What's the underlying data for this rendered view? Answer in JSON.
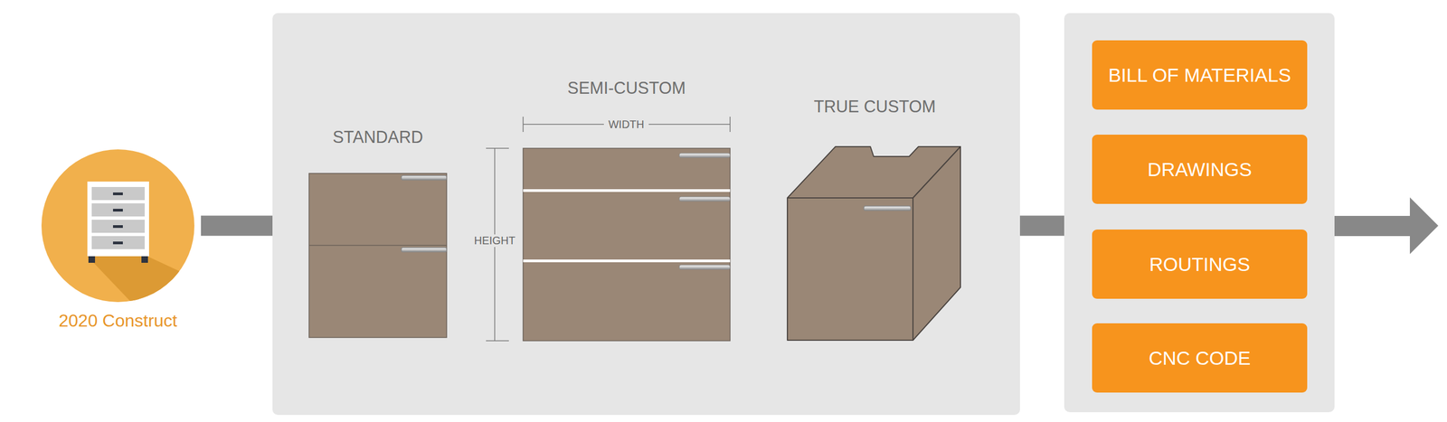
{
  "diagram": {
    "nodes": [
      {
        "text": [
          "2020 Construct"
        ]
      },
      {
        "text": []
      },
      {
        "text": [
          "STANDARD"
        ],
        "in": 1
      },
      {
        "text": [
          "SEMI-CUSTOM"
        ],
        "in": 1
      },
      {
        "text": [
          "TRUE CUSTOM"
        ],
        "in": 1
      },
      {
        "text": []
      },
      {
        "text": [
          "BILL OF MATERIALS"
        ],
        "in": 5
      },
      {
        "text": [
          "DRAWINGS"
        ],
        "in": 5
      },
      {
        "text": [
          "ROUTINGS"
        ],
        "in": 5
      },
      {
        "text": [
          "CNC CODE"
        ],
        "in": 5
      }
    ],
    "edges": [
      {
        "from": 0,
        "to": 1,
        "arrow": "none"
      },
      {
        "from": 1,
        "to": 5,
        "arrow": "none"
      }
    ],
    "labels": [
      "WIDTH",
      "HEIGHT"
    ]
  }
}
